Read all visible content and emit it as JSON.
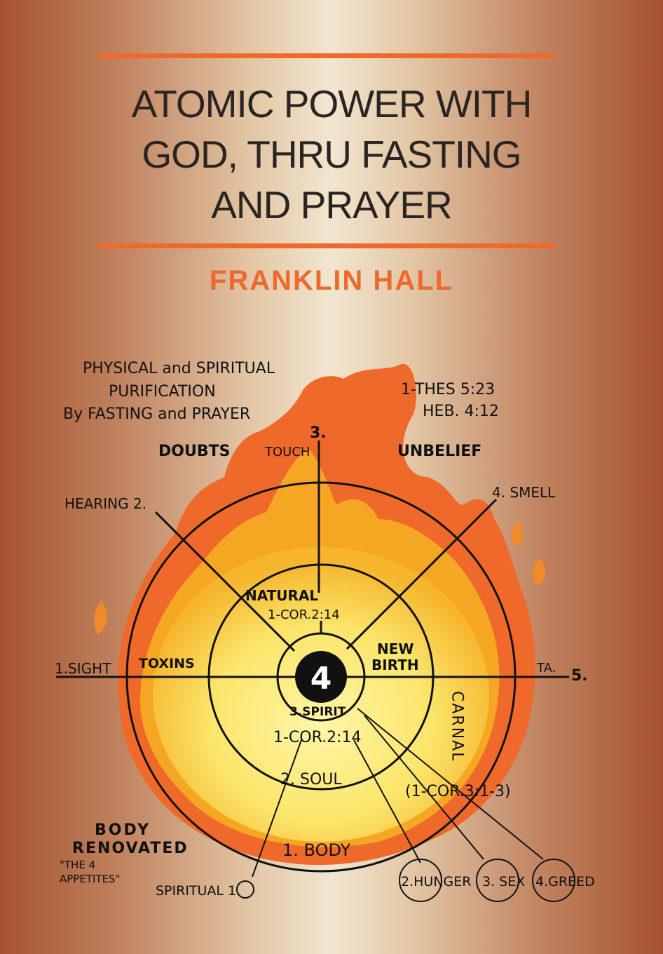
{
  "cover": {
    "title_lines": [
      "ATOMIC POWER WITH",
      "GOD, THRU FASTING",
      "AND PRAYER"
    ],
    "author": "FRANKLIN HALL",
    "colors": {
      "accent": "#ee6a2c",
      "background_edge": "#a5532e",
      "background_center": "#f1e6cf"
    }
  },
  "diagram": {
    "heading": [
      "PHYSICAL and SPIRITUAL",
      "PURIFICATION",
      "By FASTING and PRAYER"
    ],
    "refs": [
      "1-THES 5:23",
      "HEB. 4:12"
    ],
    "doubts": "DOUBTS",
    "unbelief": "UNBELIEF",
    "senses": {
      "touch": "TOUCH",
      "touch_num": "3.",
      "hearing": "HEARING 2.",
      "smell": "4. SMELL",
      "sight": "1.SIGHT",
      "taste": "TA.",
      "taste_num": "5."
    },
    "toxins": "TOXINS",
    "natural": "NATURAL",
    "natural_ref": "1-COR.2:14",
    "new_birth": [
      "NEW",
      "BIRTH"
    ],
    "center": "4",
    "spirit": "3.SPIRIT",
    "spirit_ref": "1-COR.2:14",
    "soul": "2. SOUL",
    "body": "1. BODY",
    "carnal": "CARNAL",
    "carnal_ref": "(1-COR.3:1-3)",
    "body_renovated": [
      "BODY",
      "RENOVATED",
      "\"THE 4",
      "APPETITES\""
    ],
    "appetites": [
      "SPIRITUAL 1.",
      "2.HUNGER",
      "3. SEX",
      "4.GREED"
    ]
  }
}
